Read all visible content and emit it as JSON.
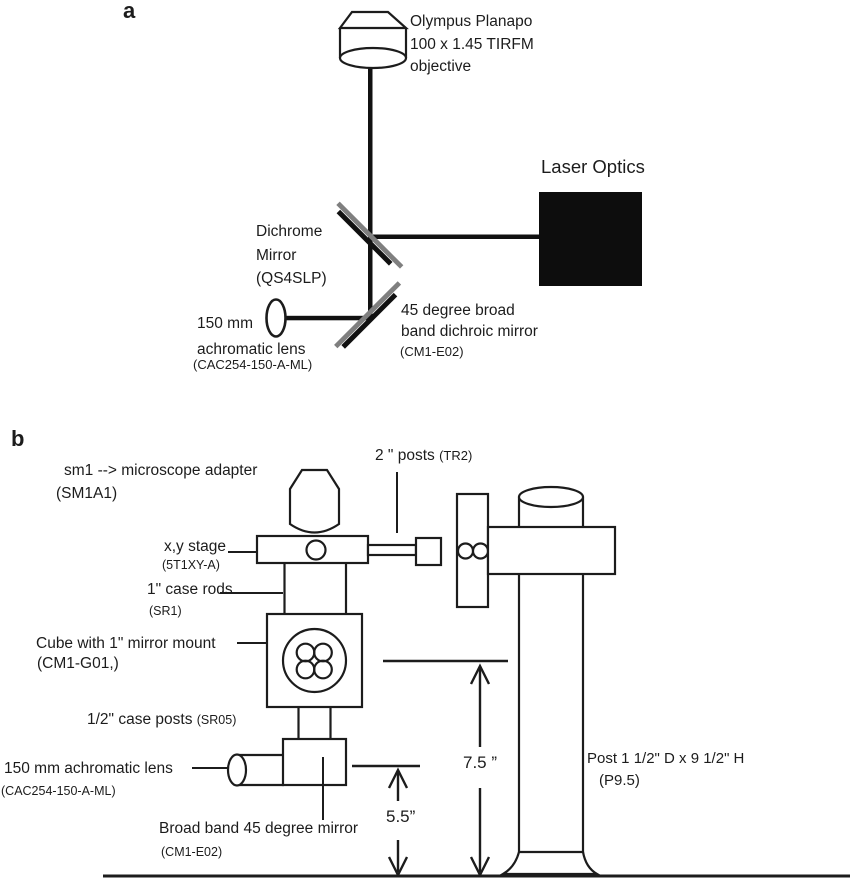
{
  "figure": {
    "type": "optical-setup-diagram",
    "colors": {
      "ink": "#1c1c1c",
      "beam": "#111111",
      "mirror_gray": "#7f7f7f",
      "laser_box": "#0d0d0d",
      "background": "#ffffff"
    }
  },
  "panel_a": {
    "panel_label": "a",
    "objective_label": [
      "Olympus Planapo",
      "100 x 1.45 TIRFM",
      "objective"
    ],
    "laser_optics_label": "Laser Optics",
    "dichrome_mirror_label": [
      "Dichrome",
      "Mirror",
      "(QS4SLP)"
    ],
    "lens_label": [
      "150 mm",
      "achromatic lens"
    ],
    "lens_part": "(CAC254-150-A-ML)",
    "mirror45_label": [
      "45 degree broad",
      "band dichroic mirror"
    ],
    "mirror45_part": "(CM1-E02)"
  },
  "panel_b": {
    "panel_label": "b",
    "adapter_label": "sm1 --> microscope adapter",
    "adapter_part": "(SM1A1)",
    "posts2_label": "2 \" posts ",
    "posts2_part": "(TR2)",
    "xy_stage_label": "x,y stage",
    "xy_stage_part": "(5T1XY-A)",
    "case_rods_label": "1\" case rods",
    "case_rods_part": "(SR1)",
    "cube_label": "Cube with 1\" mirror mount",
    "cube_part": "(CM1-G01,)",
    "half_posts_label": "1/2\" case posts ",
    "half_posts_part": "(SR05)",
    "lens_label": "150 mm achromatic lens",
    "lens_part": "(CAC254-150-A-ML)",
    "mirror_label": "Broad band 45 degree mirror",
    "mirror_part": "(CM1-E02)",
    "dim_75": "7.5 ”",
    "dim_55": "5.5”",
    "post_label": "Post 1 1/2\" D x 9 1/2\" H",
    "post_part": "(P9.5)"
  }
}
